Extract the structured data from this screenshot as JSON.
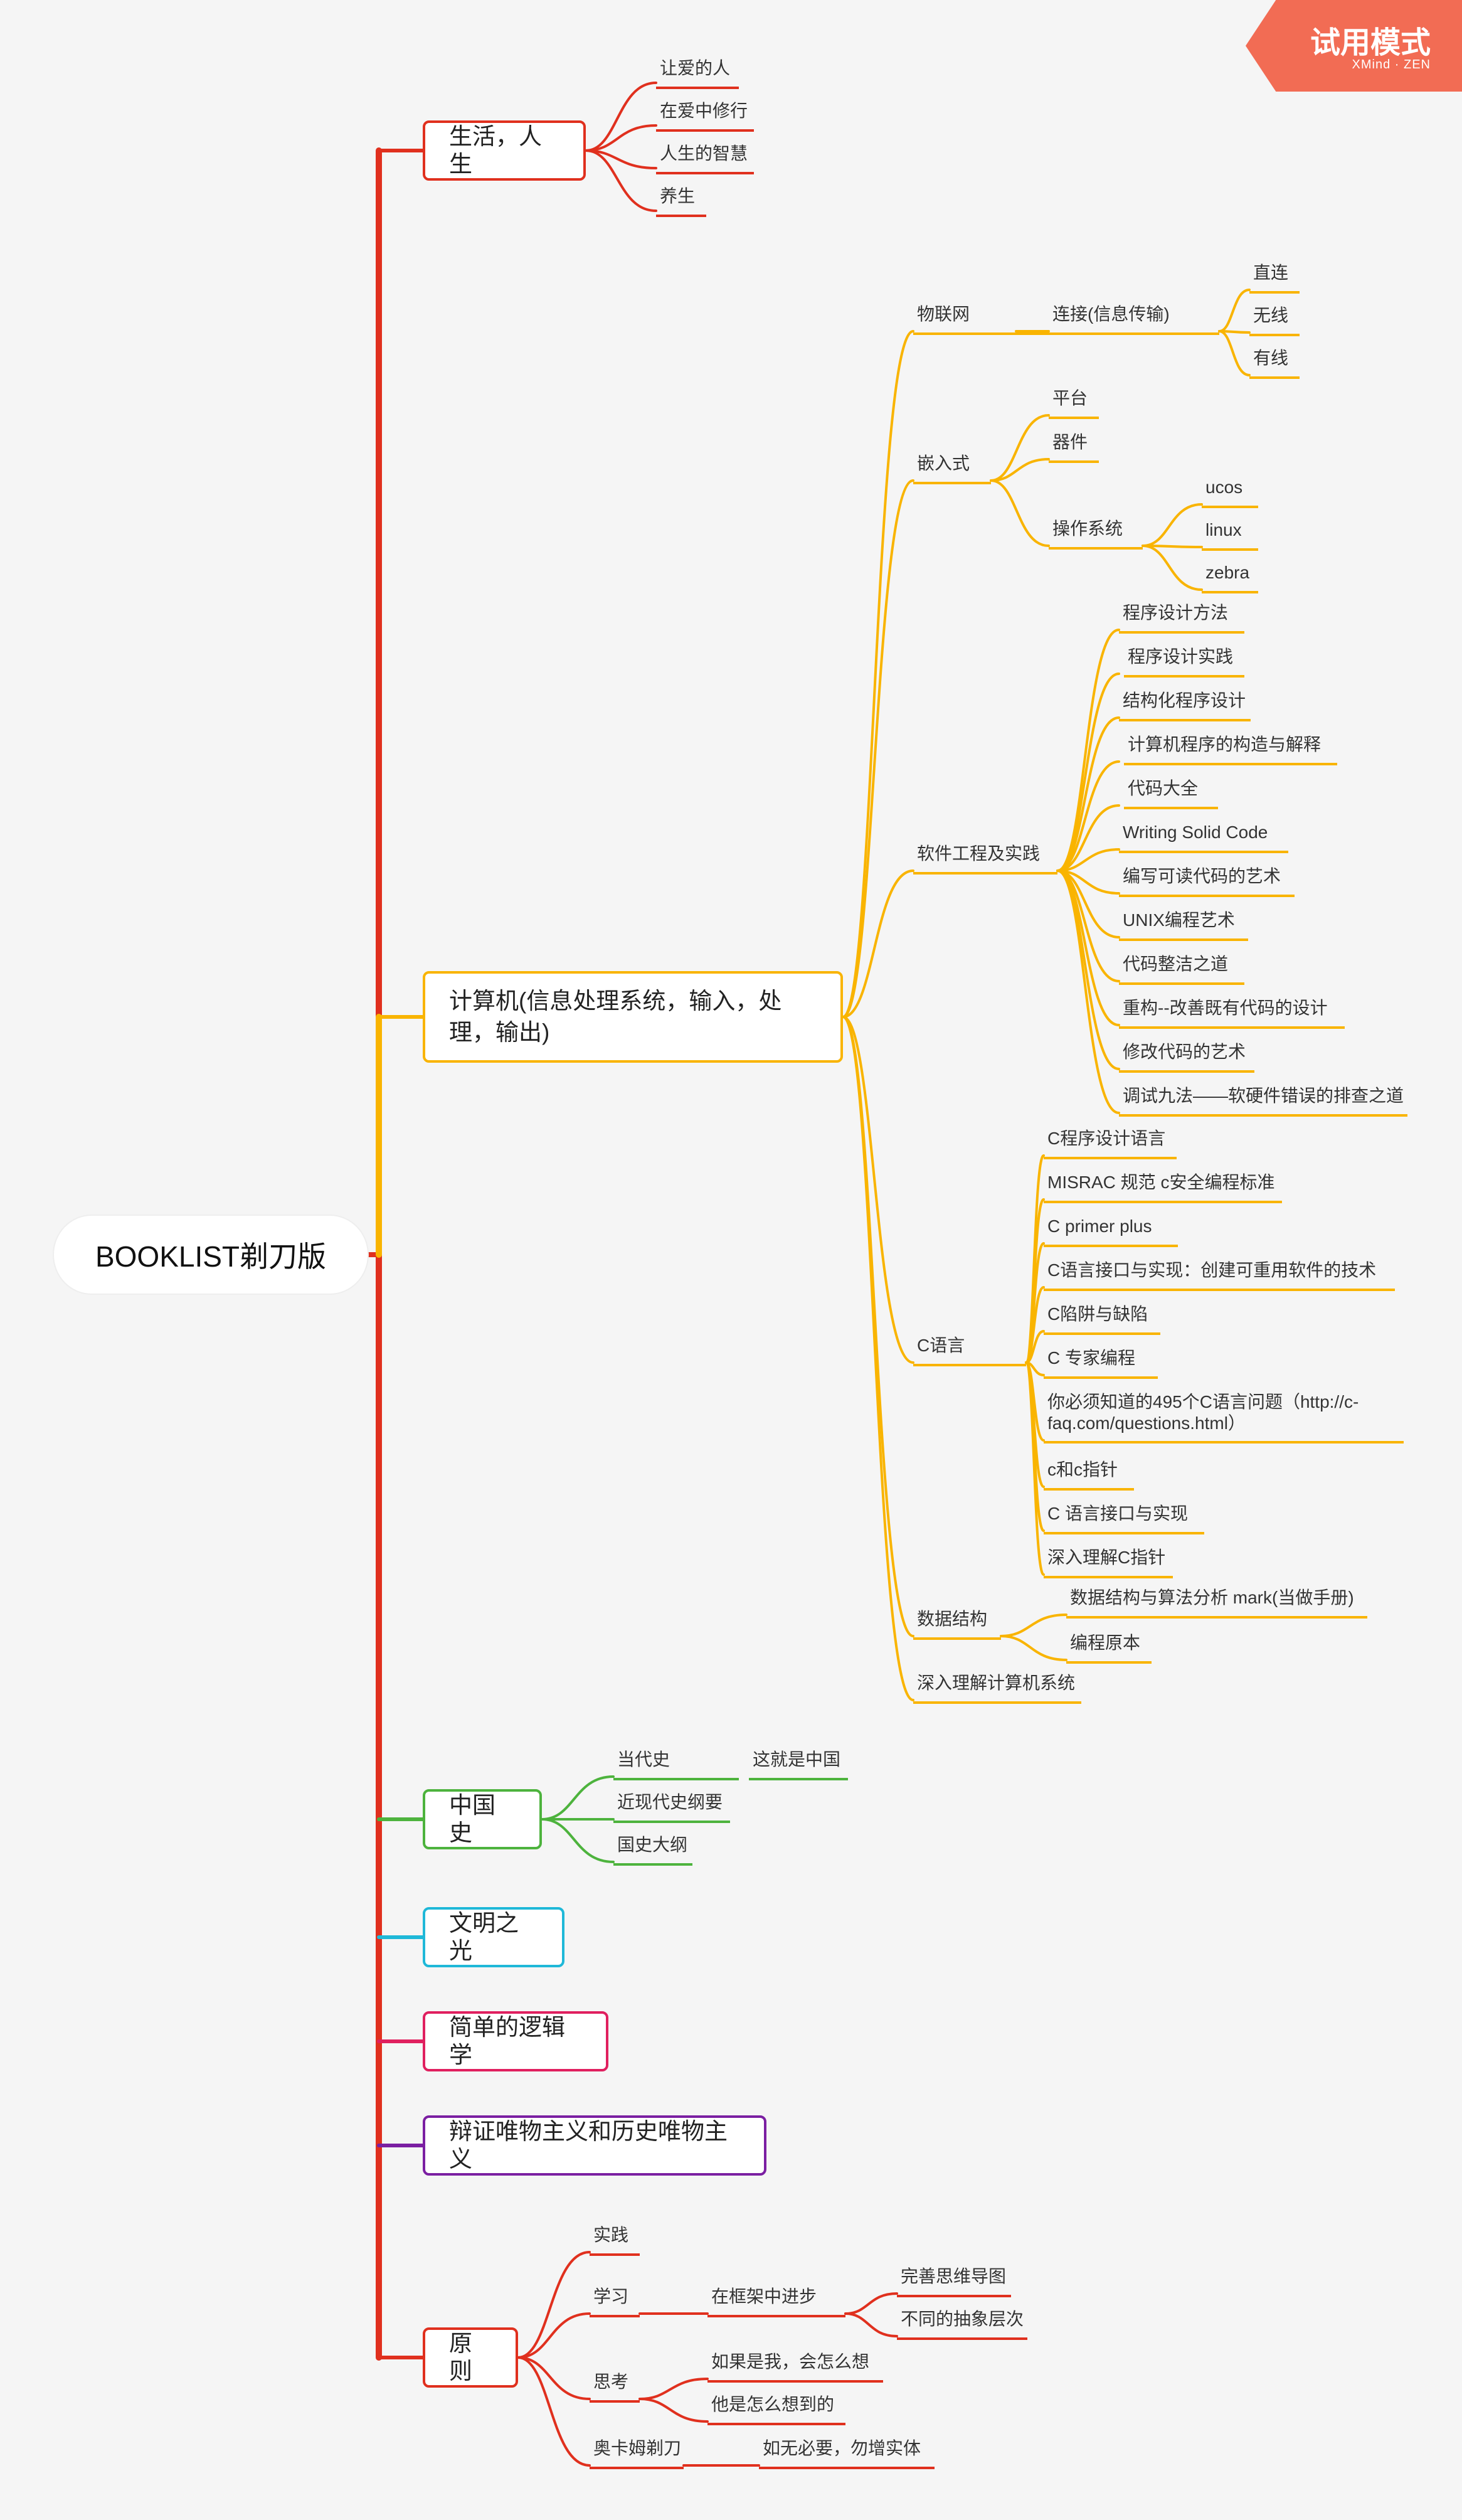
{
  "badge": {
    "title": "试用模式",
    "brand": "XMind · ZEN"
  },
  "root": "BOOKLIST剃刀版",
  "colors": {
    "life": "#e0301e",
    "computer": "#f9b400",
    "history": "#4db33d",
    "civ": "#1fb8d8",
    "logic": "#e0205f",
    "dialectic": "#7b1fa2",
    "principle": "#e0301e",
    "spine": "#e0301e"
  },
  "life": {
    "title": "生活，人生",
    "items": [
      "让爱的人",
      "在爱中修行",
      "人生的智慧",
      "养生"
    ]
  },
  "computer": {
    "title": "计算机(信息处理系统，输入，处理，输出)",
    "iot": {
      "title": "物联网",
      "connect": "连接(信息传输)",
      "items": [
        "直连",
        "无线",
        "有线"
      ]
    },
    "embedded": {
      "title": "嵌入式",
      "items": [
        "平台",
        "器件"
      ],
      "os": "操作系统",
      "os_items": [
        "ucos",
        "linux",
        "zebra"
      ]
    },
    "se": {
      "title": "软件工程及实践",
      "items": [
        "程序设计方法",
        "程序设计实践",
        "结构化程序设计",
        "计算机程序的构造与解释",
        "代码大全",
        "Writing Solid Code",
        "编写可读代码的艺术",
        "UNIX编程艺术",
        "代码整洁之道",
        "重构--改善既有代码的设计",
        "修改代码的艺术",
        "调试九法——软硬件错误的排查之道"
      ]
    },
    "clang": {
      "title": "C语言",
      "items": [
        "C程序设计语言",
        "MISRAC 规范 c安全编程标准",
        "C primer plus",
        "C语言接口与实现：创建可重用软件的技术",
        "C陷阱与缺陷",
        "C 专家编程",
        "你必须知道的495个C语言问题（http://c-faq.com/questions.html）",
        "c和c指针",
        "C 语言接口与实现",
        "深入理解C指针"
      ]
    },
    "ds": {
      "title": "数据结构",
      "items": [
        "数据结构与算法分析 mark(当做手册)",
        "编程原本"
      ]
    },
    "csapp": "深入理解计算机系统"
  },
  "history": {
    "title": "中国史",
    "contemporary": "当代史",
    "contemporary_child": "这就是中国",
    "modern": "近现代史纲要",
    "outline": "国史大纲"
  },
  "civ": {
    "title": "文明之光"
  },
  "logic": {
    "title": "简单的逻辑学"
  },
  "dialectic": {
    "title": "辩证唯物主义和历史唯物主义"
  },
  "principle": {
    "title": "原则",
    "practice": "实践",
    "learn": "学习",
    "progress": "在框架中进步",
    "progress_items": [
      "完善思维导图",
      "不同的抽象层次"
    ],
    "think": "思考",
    "think_items": [
      "如果是我，会怎么想",
      "他是怎么想到的"
    ],
    "occam": "奥卡姆剃刀",
    "occam_child": "如无必要，勿增实体"
  }
}
